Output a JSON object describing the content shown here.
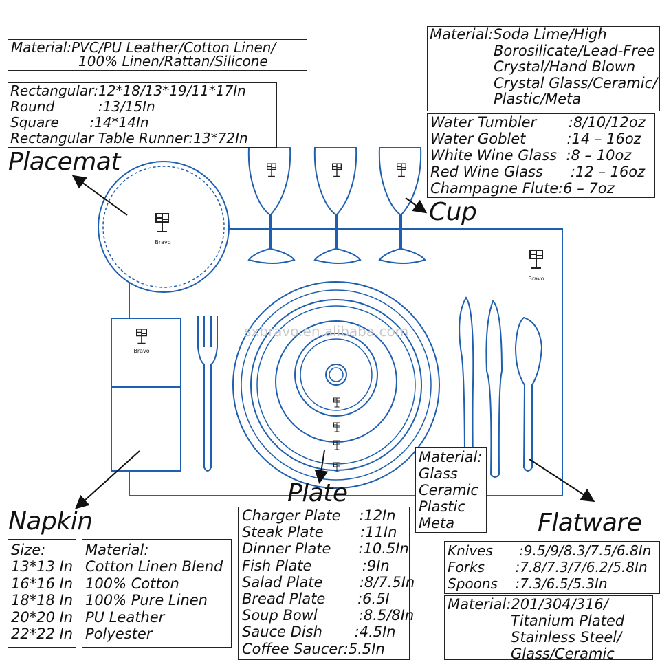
{
  "placemat": {
    "title": "Placemat",
    "material": [
      "Material:PVC/PU Leather/Cotton Linen/",
      "100% Linen/Rattan/Silicone"
    ],
    "sizes": [
      "Rectangular:12*18/13*19/11*17In",
      "Round          :13/15In",
      "Square       :14*14In",
      "Rectangular Table Runner:13*72In"
    ]
  },
  "cup": {
    "title": "Cup",
    "material": [
      "Material:Soda Lime/High",
      "Borosilicate/Lead-Free",
      "Crystal/Hand Blown",
      "Crystal Glass/Ceramic/",
      "Plastic/Meta"
    ],
    "sizes": [
      "Water Tumbler       :8/10/12oz",
      "Water Goblet         :14 – 16oz",
      "White Wine Glass  :8 – 10oz",
      "Red Wine Glass      :12 – 16oz",
      "Champagne Flute:6 – 7oz"
    ]
  },
  "napkin": {
    "title": "Napkin",
    "sizes": [
      "Size:",
      "13*13 In",
      "16*16 In",
      "18*18 In",
      "20*20 In",
      "22*22 In"
    ],
    "material": [
      "Material:",
      "Cotton Linen Blend",
      "100% Cotton",
      "100% Pure Linen",
      "PU Leather",
      "Polyester"
    ]
  },
  "plate": {
    "title": "Plate",
    "sizes": [
      "Charger Plate    :12In",
      "Steak Plate        :11In",
      "Dinner Plate      :10.5In",
      "Fish Plate           :9In",
      "Salad Plate        :8/7.5In",
      "Bread Plate       :6.5I",
      "Soup Bowl         :8.5/8In",
      "Sauce Dish       :4.5In",
      "Coffee Saucer:5.5In"
    ],
    "material": [
      "Material:",
      "Glass",
      "Ceramic",
      "Plastic",
      "Meta"
    ]
  },
  "flatware": {
    "title": "Flatware",
    "sizes": [
      "Knives      :9.5/9/8.3/7.5/6.8In",
      "Forks       :7.8/7.3/7/6.2/5.8In",
      "Spoons    :7.3/6.5/5.3In"
    ],
    "material": [
      "Material:201/304/316/",
      "Titanium Plated",
      "Stainless Steel/",
      "Glass/Ceramic"
    ]
  },
  "brand": "Bravo",
  "watermark": "sxbravo.en.alibaba.com",
  "colors": {
    "line": "#1f5fb0",
    "text": "#111111"
  }
}
